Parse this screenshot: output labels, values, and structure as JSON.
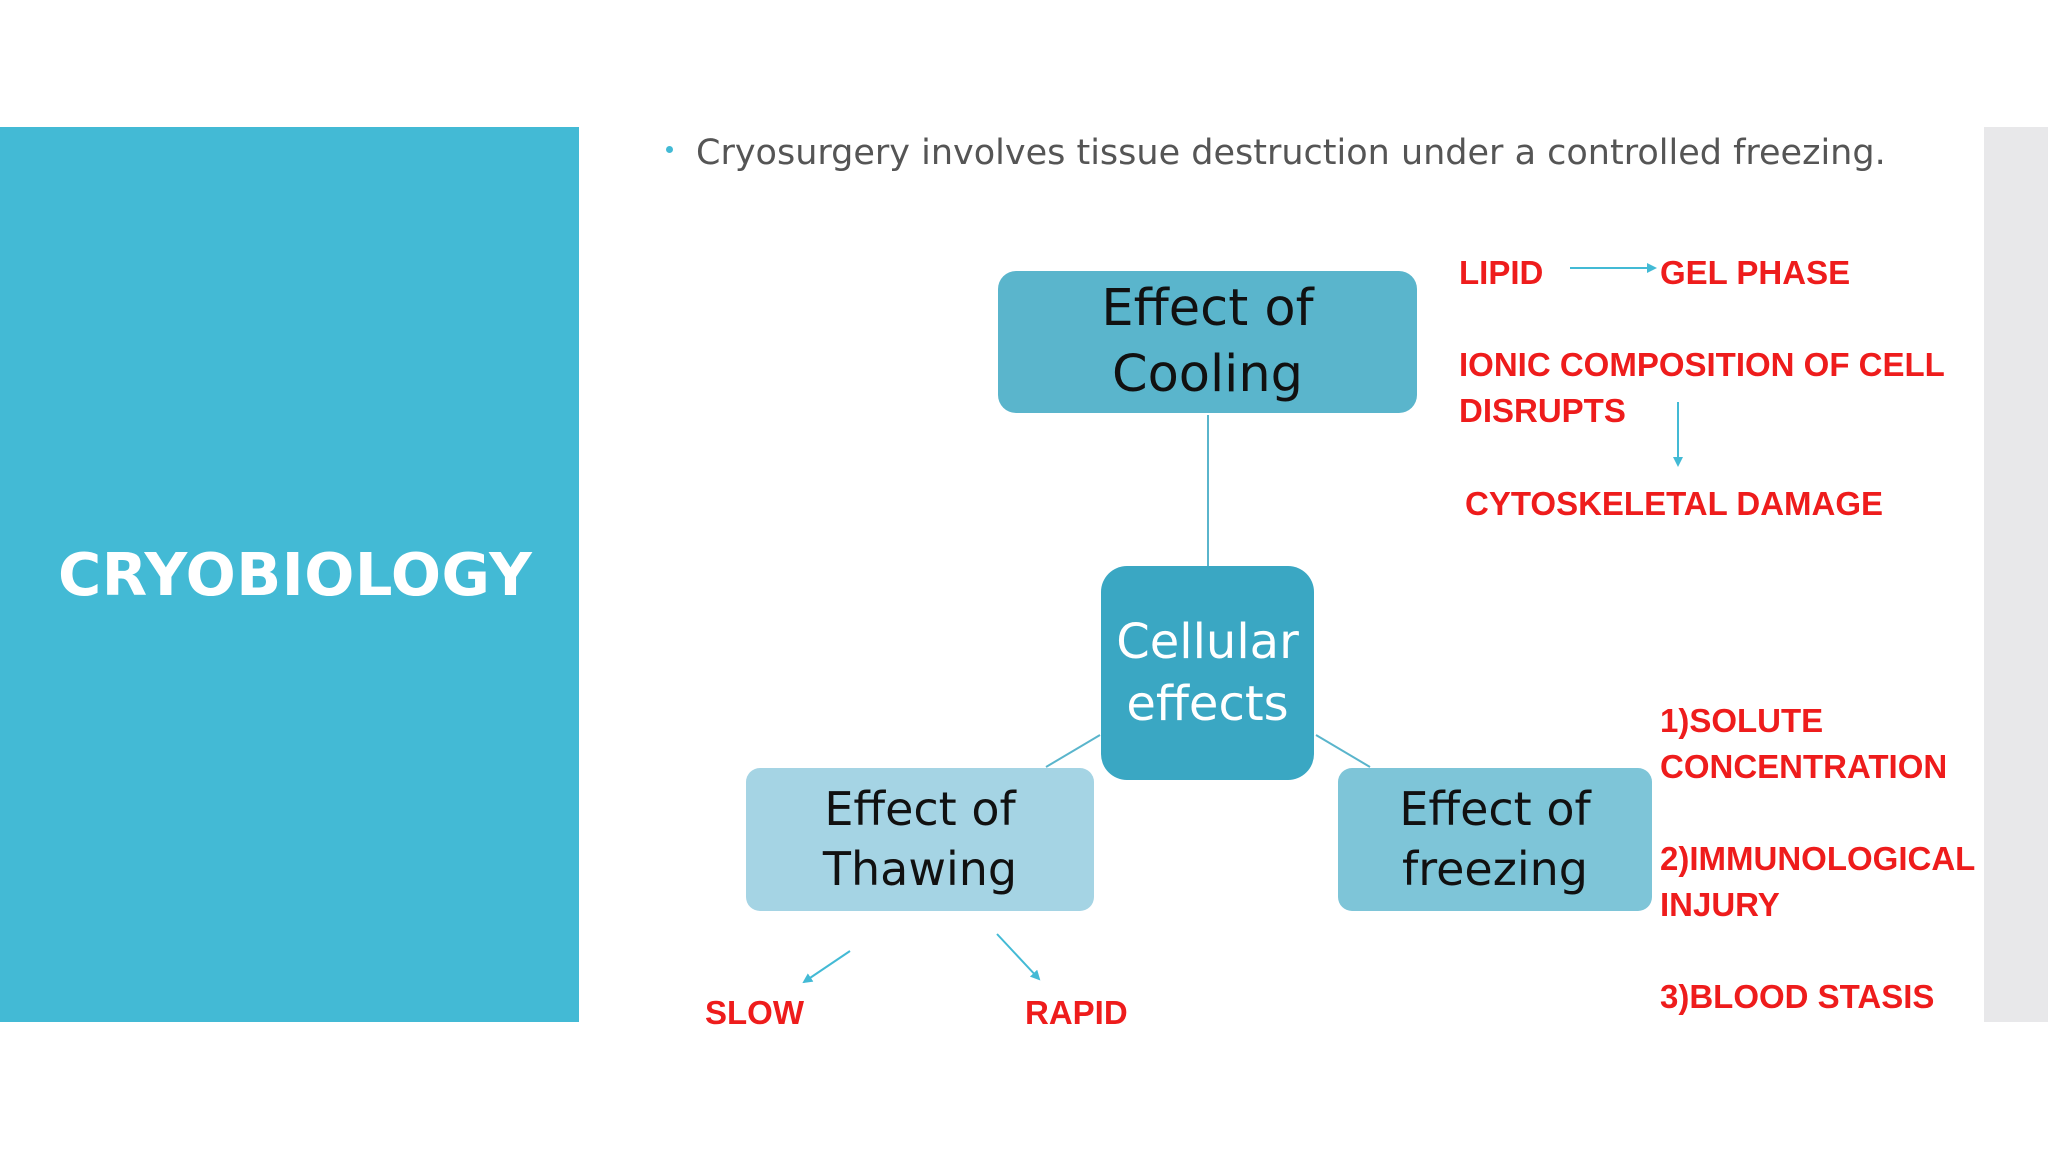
{
  "slide": {
    "title": "CRYOBIOLOGY",
    "bullet": "Cryosurgery involves tissue destruction under a controlled freezing."
  },
  "diagram": {
    "nodes": {
      "cooling": "Effect of Cooling",
      "cellular_line1": "Cellular",
      "cellular_line2": "effects",
      "thawing_line1": "Effect of",
      "thawing_line2": "Thawing",
      "freezing_line1": "Effect of",
      "freezing_line2": "freezing"
    }
  },
  "annotations": {
    "cooling": {
      "lipid": "LIPID",
      "gel_phase": "GEL PHASE",
      "ionic_line1": "IONIC COMPOSITION OF CELL",
      "ionic_line2": "DISRUPTS",
      "cytoskeletal": "CYTOSKELETAL DAMAGE"
    },
    "freezing": {
      "item1_line1": "1)SOLUTE",
      "item1_line2": "CONCENTRATION",
      "item2_line1": "2)IMMUNOLOGICAL",
      "item2_line2": "INJURY",
      "item3": "3)BLOOD STASIS"
    },
    "thawing": {
      "slow": "SLOW",
      "rapid": "RAPID"
    }
  },
  "colors": {
    "panel": "#43bad5",
    "annotation": "#ee1c1c",
    "connector": "#5ab5cc"
  }
}
